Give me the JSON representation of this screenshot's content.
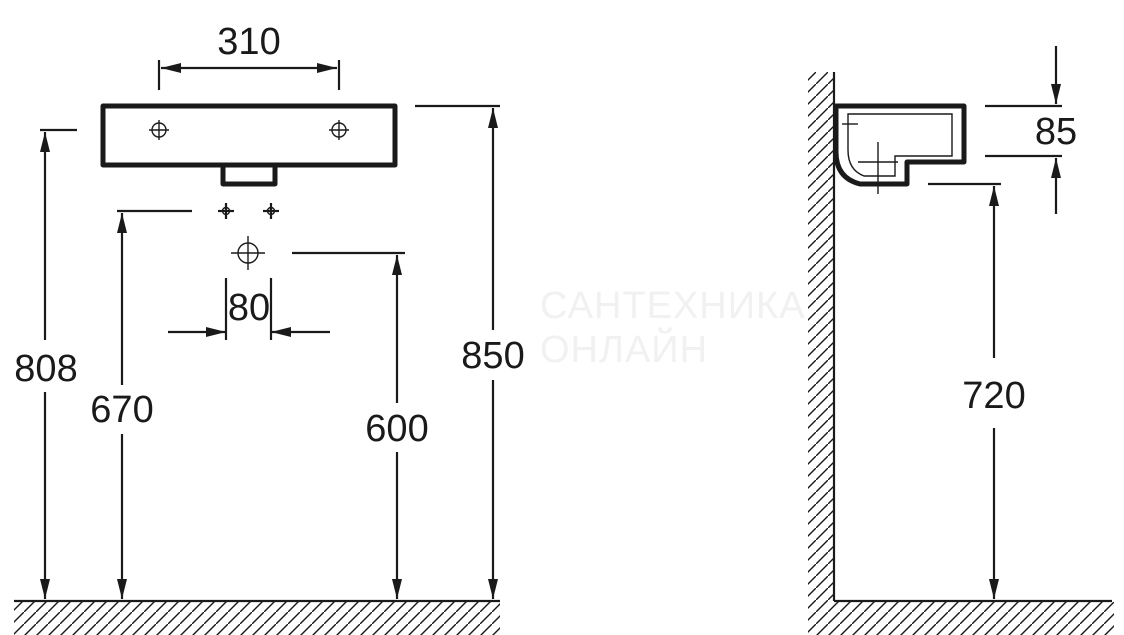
{
  "dimensions": {
    "tap_hole_spacing": "310",
    "waste_offset": "80",
    "floor_to_top_edge": "808",
    "floor_to_tap_holes": "670",
    "floor_to_waste": "600",
    "floor_to_rim": "850",
    "bowl_depth": "85",
    "floor_to_underside": "720"
  },
  "watermark": {
    "line1": "САНТЕХНИКА",
    "line2": "ОНЛАЙН"
  },
  "colors": {
    "line": "#1a1a1a",
    "background": "#ffffff",
    "watermark": "#f1f1f1"
  }
}
